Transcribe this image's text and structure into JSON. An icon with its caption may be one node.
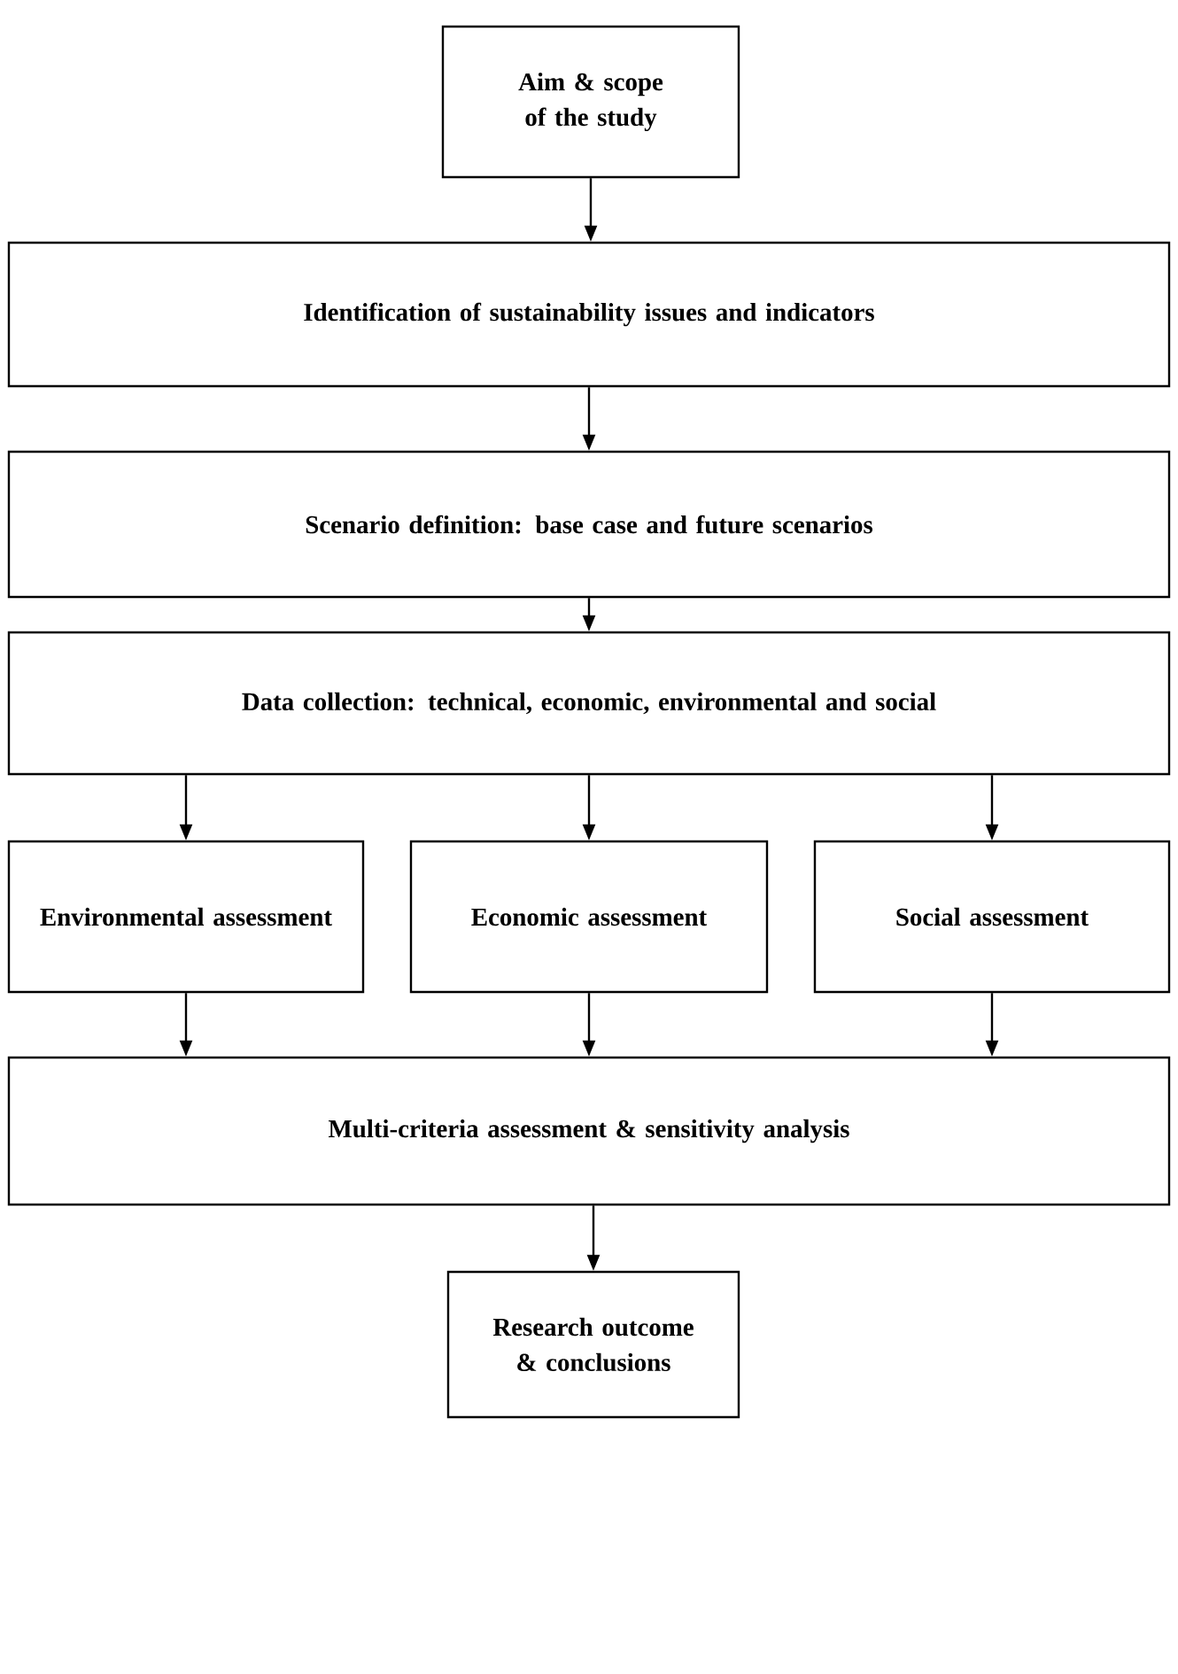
{
  "diagram": {
    "nodes": [
      {
        "text": [
          "Aim & scope of the study"
        ]
      },
      {
        "text": [
          "Identification of sustainability issues and indicators"
        ]
      },
      {
        "text": [
          "Scenario definition: base case and future scenarios"
        ]
      },
      {
        "text": [
          "Data collection: technical, economic, environmental and social"
        ]
      },
      {
        "text": [
          "Environmental assessment"
        ]
      },
      {
        "text": [
          "Economic assessment"
        ]
      },
      {
        "text": [
          "Social assessment"
        ]
      },
      {
        "text": [
          "Multi-criteria assessment & sensitivity analysis"
        ]
      },
      {
        "text": [
          "Research outcome & conclusions"
        ]
      }
    ],
    "edges": [
      {
        "from": 0,
        "to": 1,
        "arrow": "to"
      },
      {
        "from": 1,
        "to": 2,
        "arrow": "to"
      },
      {
        "from": 2,
        "to": 3,
        "arrow": "to"
      },
      {
        "from": 3,
        "to": 4,
        "arrow": "to"
      },
      {
        "from": 3,
        "to": 5,
        "arrow": "to"
      },
      {
        "from": 3,
        "to": 6,
        "arrow": "to"
      },
      {
        "from": 4,
        "to": 7,
        "arrow": "to"
      },
      {
        "from": 5,
        "to": 7,
        "arrow": "to"
      },
      {
        "from": 6,
        "to": 7,
        "arrow": "to"
      },
      {
        "from": 7,
        "to": 8,
        "arrow": "to"
      }
    ]
  }
}
